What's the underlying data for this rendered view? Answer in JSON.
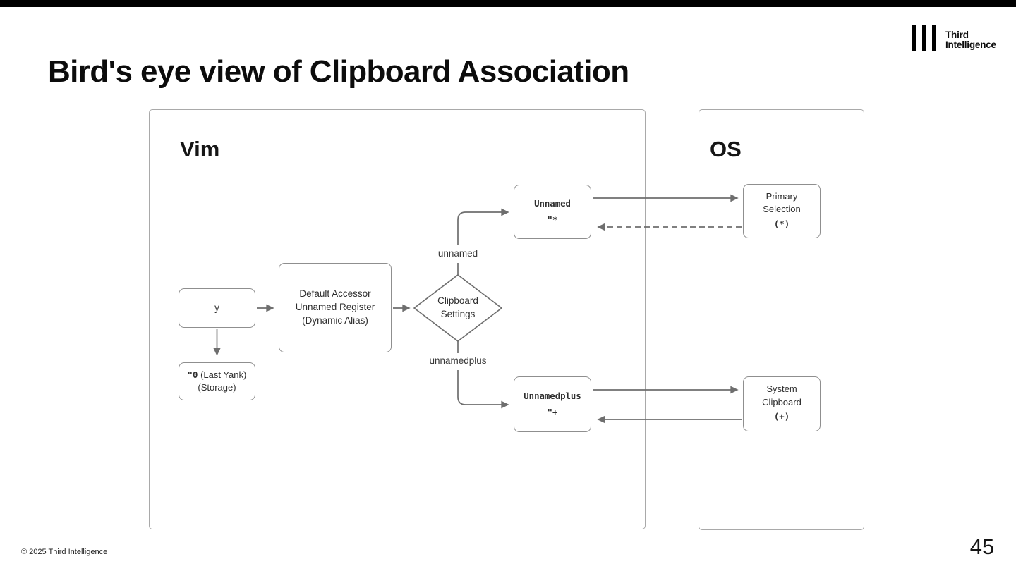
{
  "slide": {
    "title": "Bird's eye view of Clipboard Association",
    "page_number": "45",
    "copyright": "© 2025 Third Intelligence"
  },
  "logo": {
    "line1": "Third",
    "line2": "Intelligence"
  },
  "diagram": {
    "containers": {
      "vim": {
        "label": "Vim"
      },
      "os": {
        "label": "OS"
      }
    },
    "nodes": {
      "yank_command": {
        "line1": "y"
      },
      "default_accessor": {
        "line1": "Default Accessor",
        "line2": "Unnamed Register",
        "line3": "(Dynamic Alias)"
      },
      "last_yank": {
        "code": "\"0",
        "label": " (Last Yank)",
        "line2": "(Storage)"
      },
      "clipboard_settings": {
        "line1": "Clipboard",
        "line2": "Settings"
      },
      "unnamed": {
        "line1": "Unnamed",
        "line2": "\"*"
      },
      "unnamedplus": {
        "line1": "Unnamedplus",
        "line2": "\"+"
      },
      "primary_selection": {
        "line1": "Primary",
        "line2": "Selection",
        "line3": "(*)"
      },
      "system_clipboard": {
        "line1": "System",
        "line2": "Clipboard",
        "line3": "(+)"
      }
    },
    "edge_labels": {
      "unnamed_option": "unnamed",
      "unnamedplus_option": "unnamedplus"
    },
    "colors": {
      "top_bar": "#000000",
      "container_border": "#a9a9a9",
      "node_border": "#8f8f8f",
      "connector": "#6e6e6e",
      "node_text": "#2e2e2e",
      "title_text": "#0c0c0c"
    }
  }
}
